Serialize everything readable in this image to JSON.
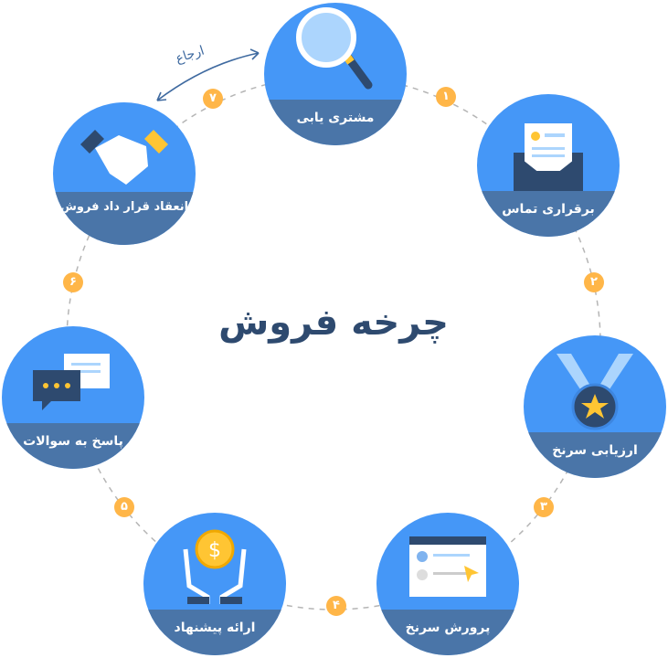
{
  "title": "چرخه فروش",
  "referral_label": "ارجاع",
  "colors": {
    "circle": "#4597f7",
    "band": "#4a75a8",
    "dot": "#ffb648",
    "title": "#2e4a6f"
  },
  "steps": [
    {
      "label": "مشتری یابی",
      "icon": "magnifier-icon"
    },
    {
      "label": "برقراری تماس",
      "icon": "envelope-icon"
    },
    {
      "label": "ارزیابی سرنخ",
      "icon": "medal-icon"
    },
    {
      "label": "پرورش سرنخ",
      "icon": "browser-cursor-icon"
    },
    {
      "label": "ارائه پیشنهاد",
      "icon": "hands-coin-icon"
    },
    {
      "label": "پاسخ به سوالات",
      "icon": "chat-bubbles-icon"
    },
    {
      "label": "انعقاد قرار داد فروش",
      "icon": "handshake-icon"
    }
  ],
  "markers": [
    "۱",
    "۲",
    "۳",
    "۴",
    "۵",
    "۶",
    "۷"
  ]
}
